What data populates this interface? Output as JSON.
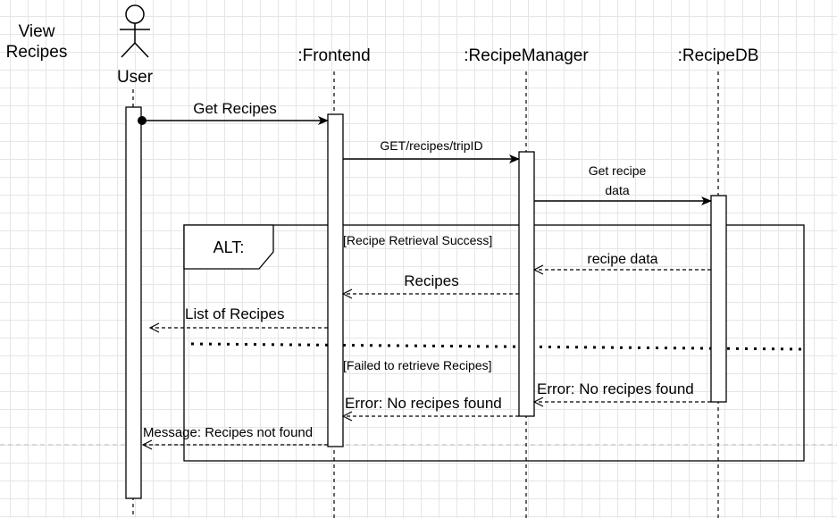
{
  "diagram": {
    "title_line1": "View",
    "title_line2": "Recipes",
    "actor_label": "User",
    "lifelines": {
      "frontend": ":Frontend",
      "recipe_manager": ":RecipeManager",
      "recipe_db": ":RecipeDB"
    },
    "messages": {
      "get_recipes": "Get Recipes",
      "get_trip": "GET/recipes/tripID",
      "get_recipe_data_1": "Get recipe",
      "get_recipe_data_2": "data",
      "recipe_data": "recipe data",
      "recipes": "Recipes",
      "list_of_recipes": "List of Recipes",
      "error_db": "Error: No recipes found",
      "error_manager": "Error: No recipes found",
      "message_not_found": "Message: Recipes not found"
    },
    "alt_fragment": {
      "label": "ALT:",
      "guard_success": "[Recipe Retrieval Success]",
      "guard_failure": "[Failed to retrieve Recipes]"
    }
  }
}
